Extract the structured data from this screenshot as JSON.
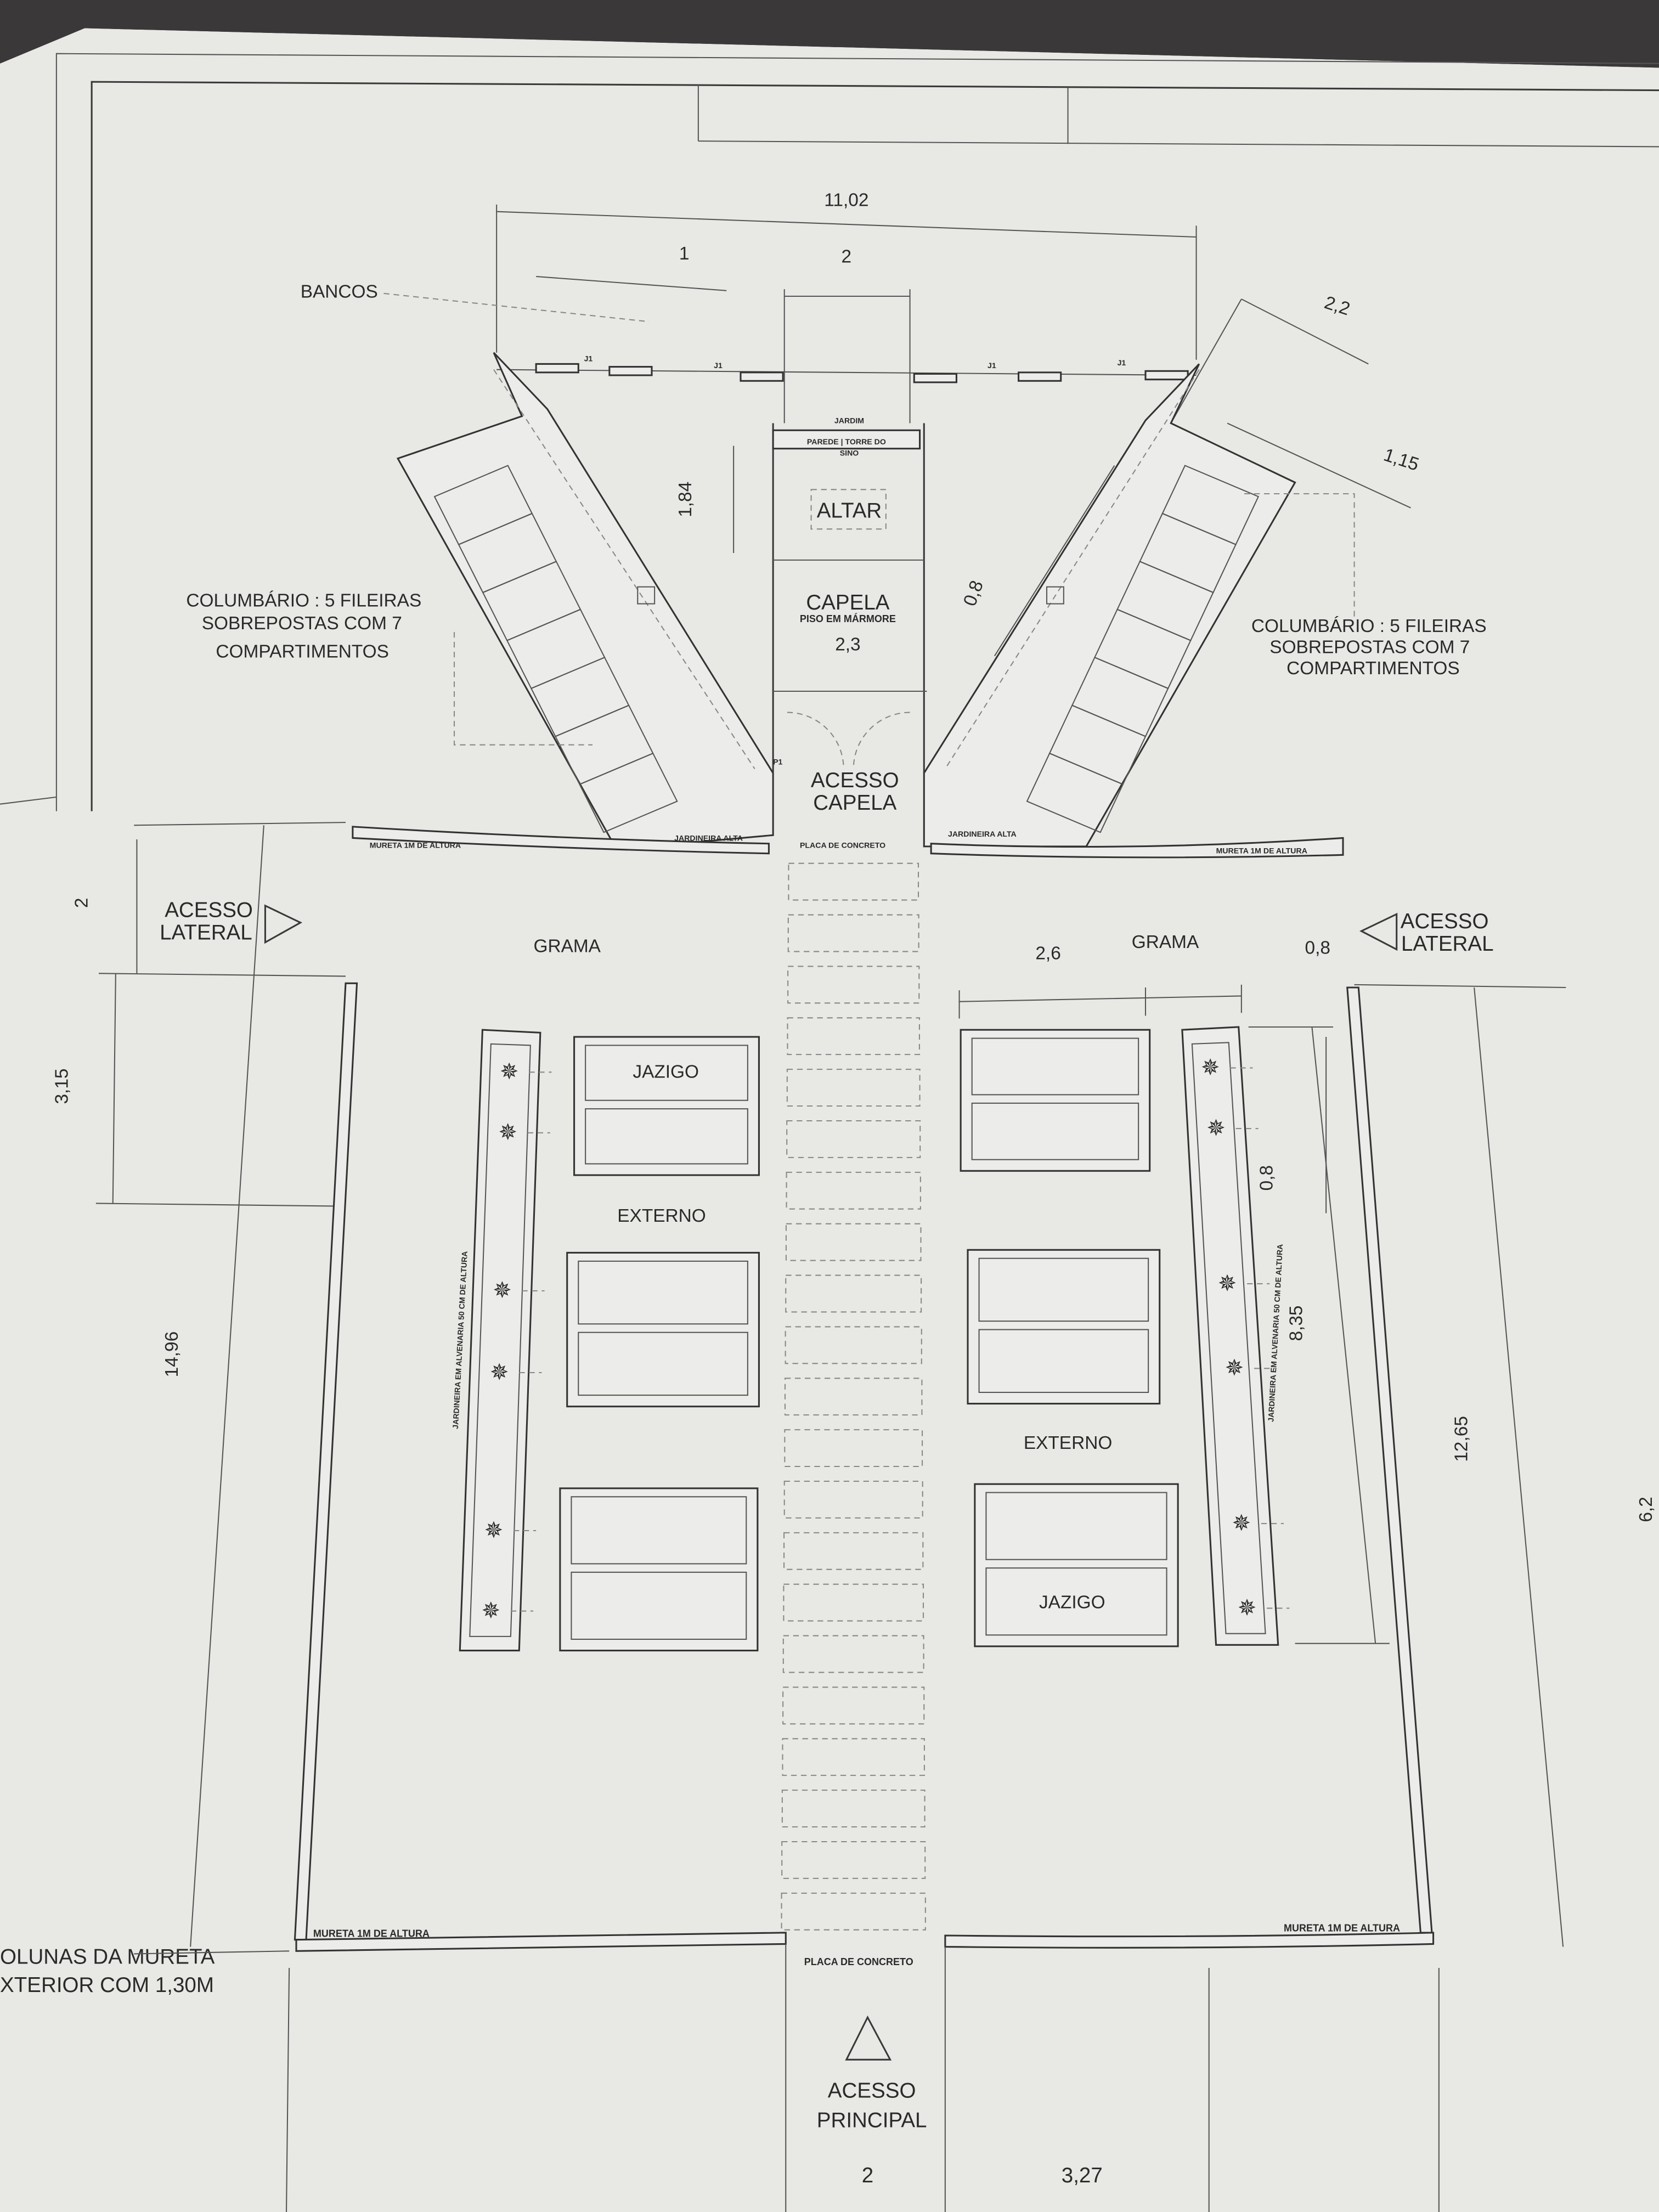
{
  "colors": {
    "paper": "#e8e8e5",
    "ink": "#2a2a2a",
    "background": "#2e2e2e"
  },
  "chapel": {
    "dims": {
      "overall": "11,02",
      "seg1": "1",
      "seg2": "2",
      "right_wing": "2,2",
      "right_wing_depth": "1,15",
      "altar_depth": "1,84",
      "aisle": "0,8",
      "chapel_width": "2,3"
    },
    "bancos": "BANCOS",
    "j1": [
      "J1",
      "J1",
      "J1",
      "J1"
    ],
    "jardim": "JARDIM",
    "parede": "PAREDE | TORRE DO",
    "parede2": "SINO",
    "altar": "ALTAR",
    "capela": "CAPELA",
    "piso": "PISO EM MÁRMORE",
    "p1": "P1",
    "columbario_left": [
      "COLUMBÁRIO : 5 FILEIRAS",
      "SOBREPOSTAS COM 7",
      "COMPARTIMENTOS"
    ],
    "columbario_right": [
      "COLUMBÁRIO : 5 FILEIRAS",
      "SOBREPOSTAS COM 7",
      "COMPARTIMENTOS"
    ],
    "acesso": [
      "ACESSO",
      "CAPELA"
    ],
    "jardineira_alta_left": "JARDINEIRA ALTA",
    "jardineira_alta_right": "JARDINEIRA ALTA",
    "mureta_left": "MURETA 1M DE ALTURA",
    "mureta_right": "MURETA 1M DE ALTURA",
    "placa_top": "PLACA DE CONCRETO"
  },
  "yard": {
    "acesso_lateral_left": [
      "ACESSO",
      "LATERAL"
    ],
    "acesso_lateral_right": [
      "ACESSO",
      "LATERAL"
    ],
    "grama_left": "GRAMA",
    "grama_right": "GRAMA",
    "jazigo_left": "JAZIGO",
    "jazigo_right": "JAZIGO",
    "externo_left": "EXTERNO",
    "externo_right": "EXTERNO",
    "jardineira_left": "JARDINEIRA EM ALVENARIA 50 CM DE ALTURA",
    "jardineira_right": "JARDINEIRA EM ALVENARIA 50 CM DE ALTURA",
    "mureta_bottom_left": "MURETA 1M DE ALTURA",
    "mureta_bottom_right": "MURETA 1M DE ALTURA",
    "placa_bottom": "PLACA DE CONCRETO",
    "colunas_note": [
      "OLUNAS DA MURETA",
      "XTERIOR COM 1,30M"
    ],
    "acesso_principal": [
      "ACESSO",
      "PRINCIPAL"
    ],
    "dims": {
      "left_top": "2",
      "left_mid": "3,15",
      "left_total": "14,96",
      "right_jazigo": "2,6",
      "right_gap": "0,8",
      "right_jard": "0,8",
      "right_jard_len": "8,35",
      "right_total": "12,65",
      "far_right": "6,2",
      "bottom_path": "2",
      "bottom_right": "3,27"
    }
  }
}
